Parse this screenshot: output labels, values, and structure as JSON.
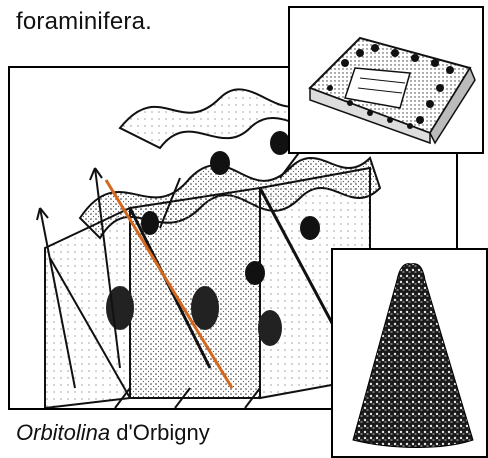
{
  "header_text": "foraminifera.",
  "caption": {
    "genus": "Orbitolina",
    "author": " d'Orbigny"
  },
  "colors": {
    "frame": "#000000",
    "orange_line": "#d2691e",
    "stipple": "#333333"
  },
  "figures": [
    {
      "name": "main-schematic-illustration",
      "description_icon": "stipple-block-diagram"
    },
    {
      "name": "inset-test-drawing",
      "description_icon": "stipple-detail"
    },
    {
      "name": "inset-cone-photo",
      "description_icon": "fossil-cone"
    }
  ]
}
